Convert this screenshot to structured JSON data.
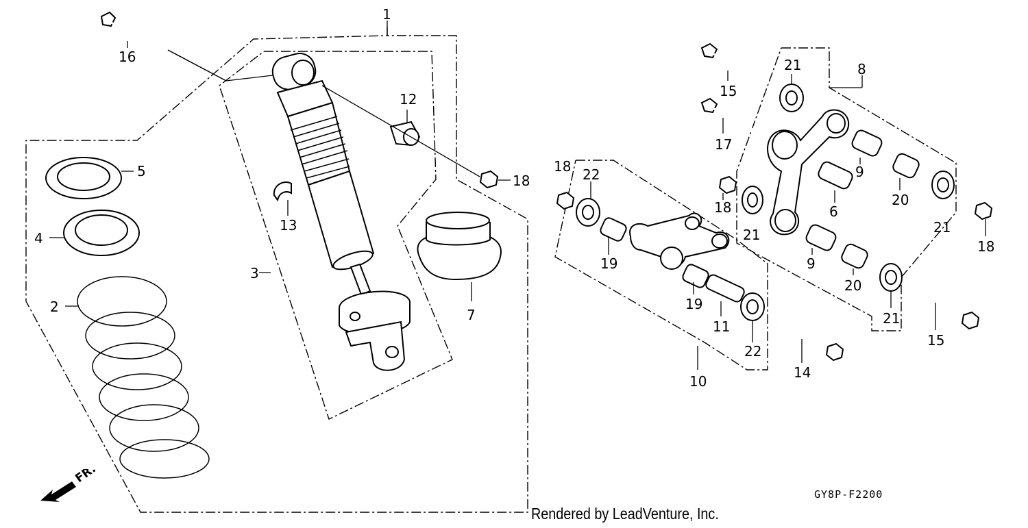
{
  "diagram": {
    "drawing_code": "GY8P-F2200",
    "credit": "Rendered by LeadVenture, Inc.",
    "direction_marker": "FR.",
    "callouts": [
      {
        "id": "c1",
        "label": "1"
      },
      {
        "id": "c2",
        "label": "2"
      },
      {
        "id": "c3",
        "label": "3"
      },
      {
        "id": "c4",
        "label": "4"
      },
      {
        "id": "c5",
        "label": "5"
      },
      {
        "id": "c6",
        "label": "6"
      },
      {
        "id": "c7",
        "label": "7"
      },
      {
        "id": "c8",
        "label": "8"
      },
      {
        "id": "c9a",
        "label": "9"
      },
      {
        "id": "c9b",
        "label": "9"
      },
      {
        "id": "c10",
        "label": "10"
      },
      {
        "id": "c11",
        "label": "11"
      },
      {
        "id": "c12",
        "label": "12"
      },
      {
        "id": "c13",
        "label": "13"
      },
      {
        "id": "c14",
        "label": "14"
      },
      {
        "id": "c15a",
        "label": "15"
      },
      {
        "id": "c15b",
        "label": "15"
      },
      {
        "id": "c16",
        "label": "16"
      },
      {
        "id": "c17",
        "label": "17"
      },
      {
        "id": "c18a",
        "label": "18"
      },
      {
        "id": "c18b",
        "label": "18"
      },
      {
        "id": "c18c",
        "label": "18"
      },
      {
        "id": "c18d",
        "label": "18"
      },
      {
        "id": "c19a",
        "label": "19"
      },
      {
        "id": "c19b",
        "label": "19"
      },
      {
        "id": "c20a",
        "label": "20"
      },
      {
        "id": "c20b",
        "label": "20"
      },
      {
        "id": "c21a",
        "label": "21"
      },
      {
        "id": "c21b",
        "label": "21"
      },
      {
        "id": "c21c",
        "label": "21"
      },
      {
        "id": "c21d",
        "label": "21"
      },
      {
        "id": "c22a",
        "label": "22"
      },
      {
        "id": "c22b",
        "label": "22"
      }
    ]
  }
}
